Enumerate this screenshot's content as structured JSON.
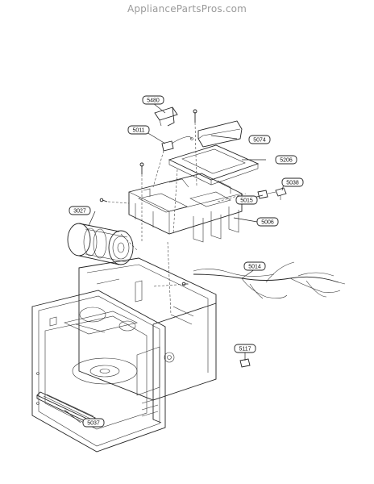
{
  "watermark": "AppliancePartsPros.com",
  "callouts": [
    {
      "id": "c5480",
      "label": "5480"
    },
    {
      "id": "c5011",
      "label": "5011"
    },
    {
      "id": "c5074",
      "label": "5074"
    },
    {
      "id": "c5206",
      "label": "5206"
    },
    {
      "id": "c5038",
      "label": "5038"
    },
    {
      "id": "c5015",
      "label": "5015"
    },
    {
      "id": "c3027",
      "label": "3027"
    },
    {
      "id": "c5006",
      "label": "5006"
    },
    {
      "id": "c5014",
      "label": "5014"
    },
    {
      "id": "c5117",
      "label": "5117"
    },
    {
      "id": "c5037",
      "label": "5037"
    }
  ]
}
